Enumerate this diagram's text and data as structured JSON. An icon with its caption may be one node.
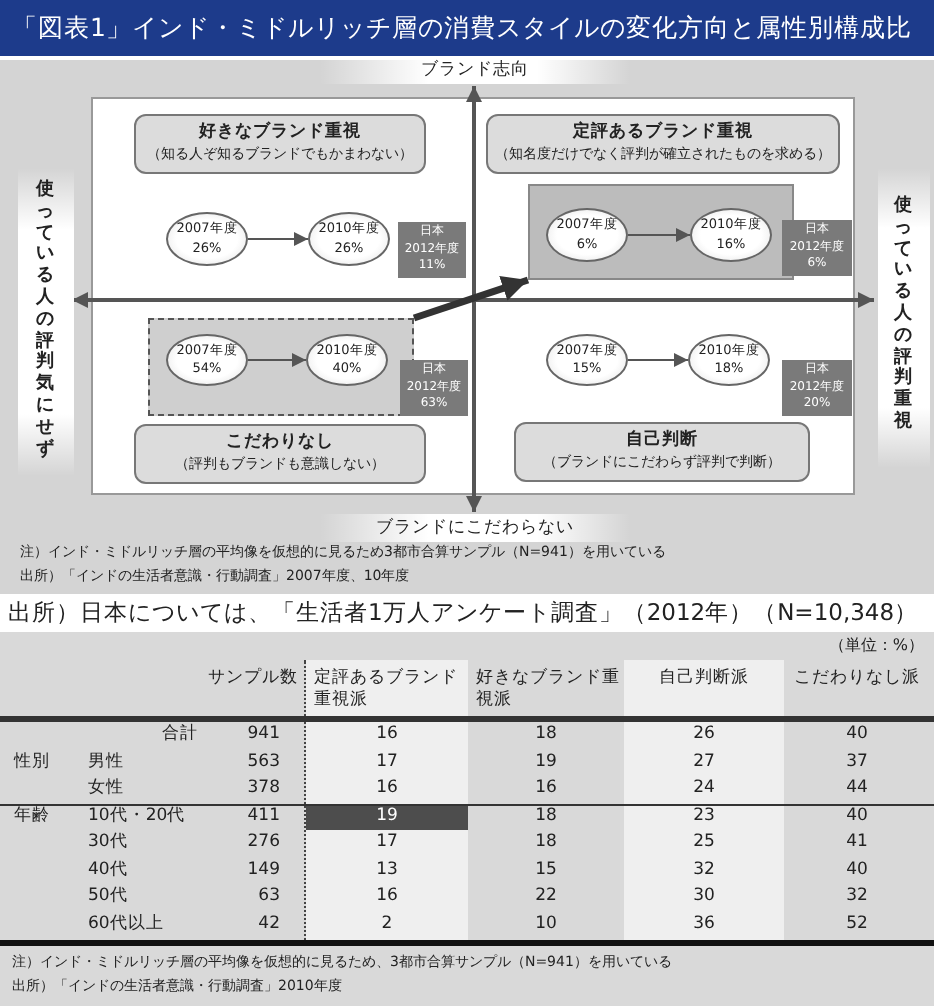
{
  "diagram": {
    "title": "「図表1」インド・ミドルリッチ層の消費スタイルの変化方向と属性別構成比",
    "nodes": [
      {
        "text": [
          "好きなブランド重視",
          "（知る人ぞ知るブランドでもかまわない）"
        ]
      },
      {
        "text": [
          "2007年度",
          "26%"
        ]
      },
      {
        "text": [
          "2010年度",
          "26%"
        ]
      },
      {
        "text": [
          "日本",
          "2012年度",
          "11%"
        ]
      },
      {
        "text": [
          "定評あるブランド重視",
          "（知名度だけでなく評判が確立されたものを求める）"
        ]
      },
      {
        "text": [],
        "shape": "box"
      },
      {
        "text": [
          "2007年度",
          "6%"
        ],
        "in": 5
      },
      {
        "text": [
          "2010年度",
          "16%"
        ],
        "in": 5
      },
      {
        "text": [
          "日本",
          "2012年度",
          "6%"
        ]
      },
      {
        "text": [],
        "shape": "box"
      },
      {
        "text": [
          "2007年度",
          "54%"
        ],
        "in": 9
      },
      {
        "text": [
          "2010年度",
          "40%"
        ],
        "in": 9
      },
      {
        "text": [
          "日本",
          "2012年度",
          "63%"
        ]
      },
      {
        "text": [
          "こだわりなし",
          "（評判もブランドも意識しない）"
        ]
      },
      {
        "text": [
          "2007年度",
          "15%"
        ]
      },
      {
        "text": [
          "2010年度",
          "18%"
        ]
      },
      {
        "text": [
          "日本",
          "2012年度",
          "20%"
        ]
      },
      {
        "text": [
          "自己判断",
          "（ブランドにこだわらず評判で判断）"
        ]
      }
    ],
    "edges": [
      {
        "from": 1,
        "to": 2,
        "arrow": "to"
      },
      {
        "from": 6,
        "to": 7,
        "arrow": "to"
      },
      {
        "from": 9,
        "to": 5,
        "arrow": "to",
        "style": "thick"
      },
      {
        "from": 10,
        "to": 11,
        "arrow": "to"
      },
      {
        "from": 14,
        "to": 15,
        "arrow": "to"
      }
    ],
    "labels": [
      "ブランド志向",
      "使っている人の評判気にせず",
      "使っている人の評判重視",
      "ブランドにこだわらない",
      "注）インド・ミドルリッチ層の平均像を仮想的に見るため3都市合算サンプル（N=941）を用いている",
      "出所）「インドの生活者意識・行動調査」2007年度、10年度",
      "出所）日本については、「生活者1万人アンケート調査」（2012年）（N=10,348）",
      "（単位：%）",
      "サンプル数",
      "定評あるブランド重視派",
      "好きなブランド重視派",
      "自己判断派",
      "こだわりなし派",
      "合計",
      "941",
      "16",
      "18",
      "26",
      "40",
      "性別",
      "男性",
      "563",
      "17",
      "19",
      "27",
      "37",
      "女性",
      "378",
      "16",
      "16",
      "24",
      "44",
      "年齢",
      "10代・20代",
      "411",
      "19",
      "18",
      "23",
      "40",
      "30代",
      "276",
      "17",
      "18",
      "25",
      "41",
      "40代",
      "149",
      "13",
      "15",
      "32",
      "40",
      "50代",
      "63",
      "16",
      "22",
      "30",
      "32",
      "60代以上",
      "42",
      "2",
      "10",
      "36",
      "52",
      "注）インド・ミドルリッチ層の平均像を仮想的に見るため、3都市合算サンプル（N=941）を用いている",
      "出所）「インドの生活者意識・行動調査」2010年度"
    ]
  }
}
